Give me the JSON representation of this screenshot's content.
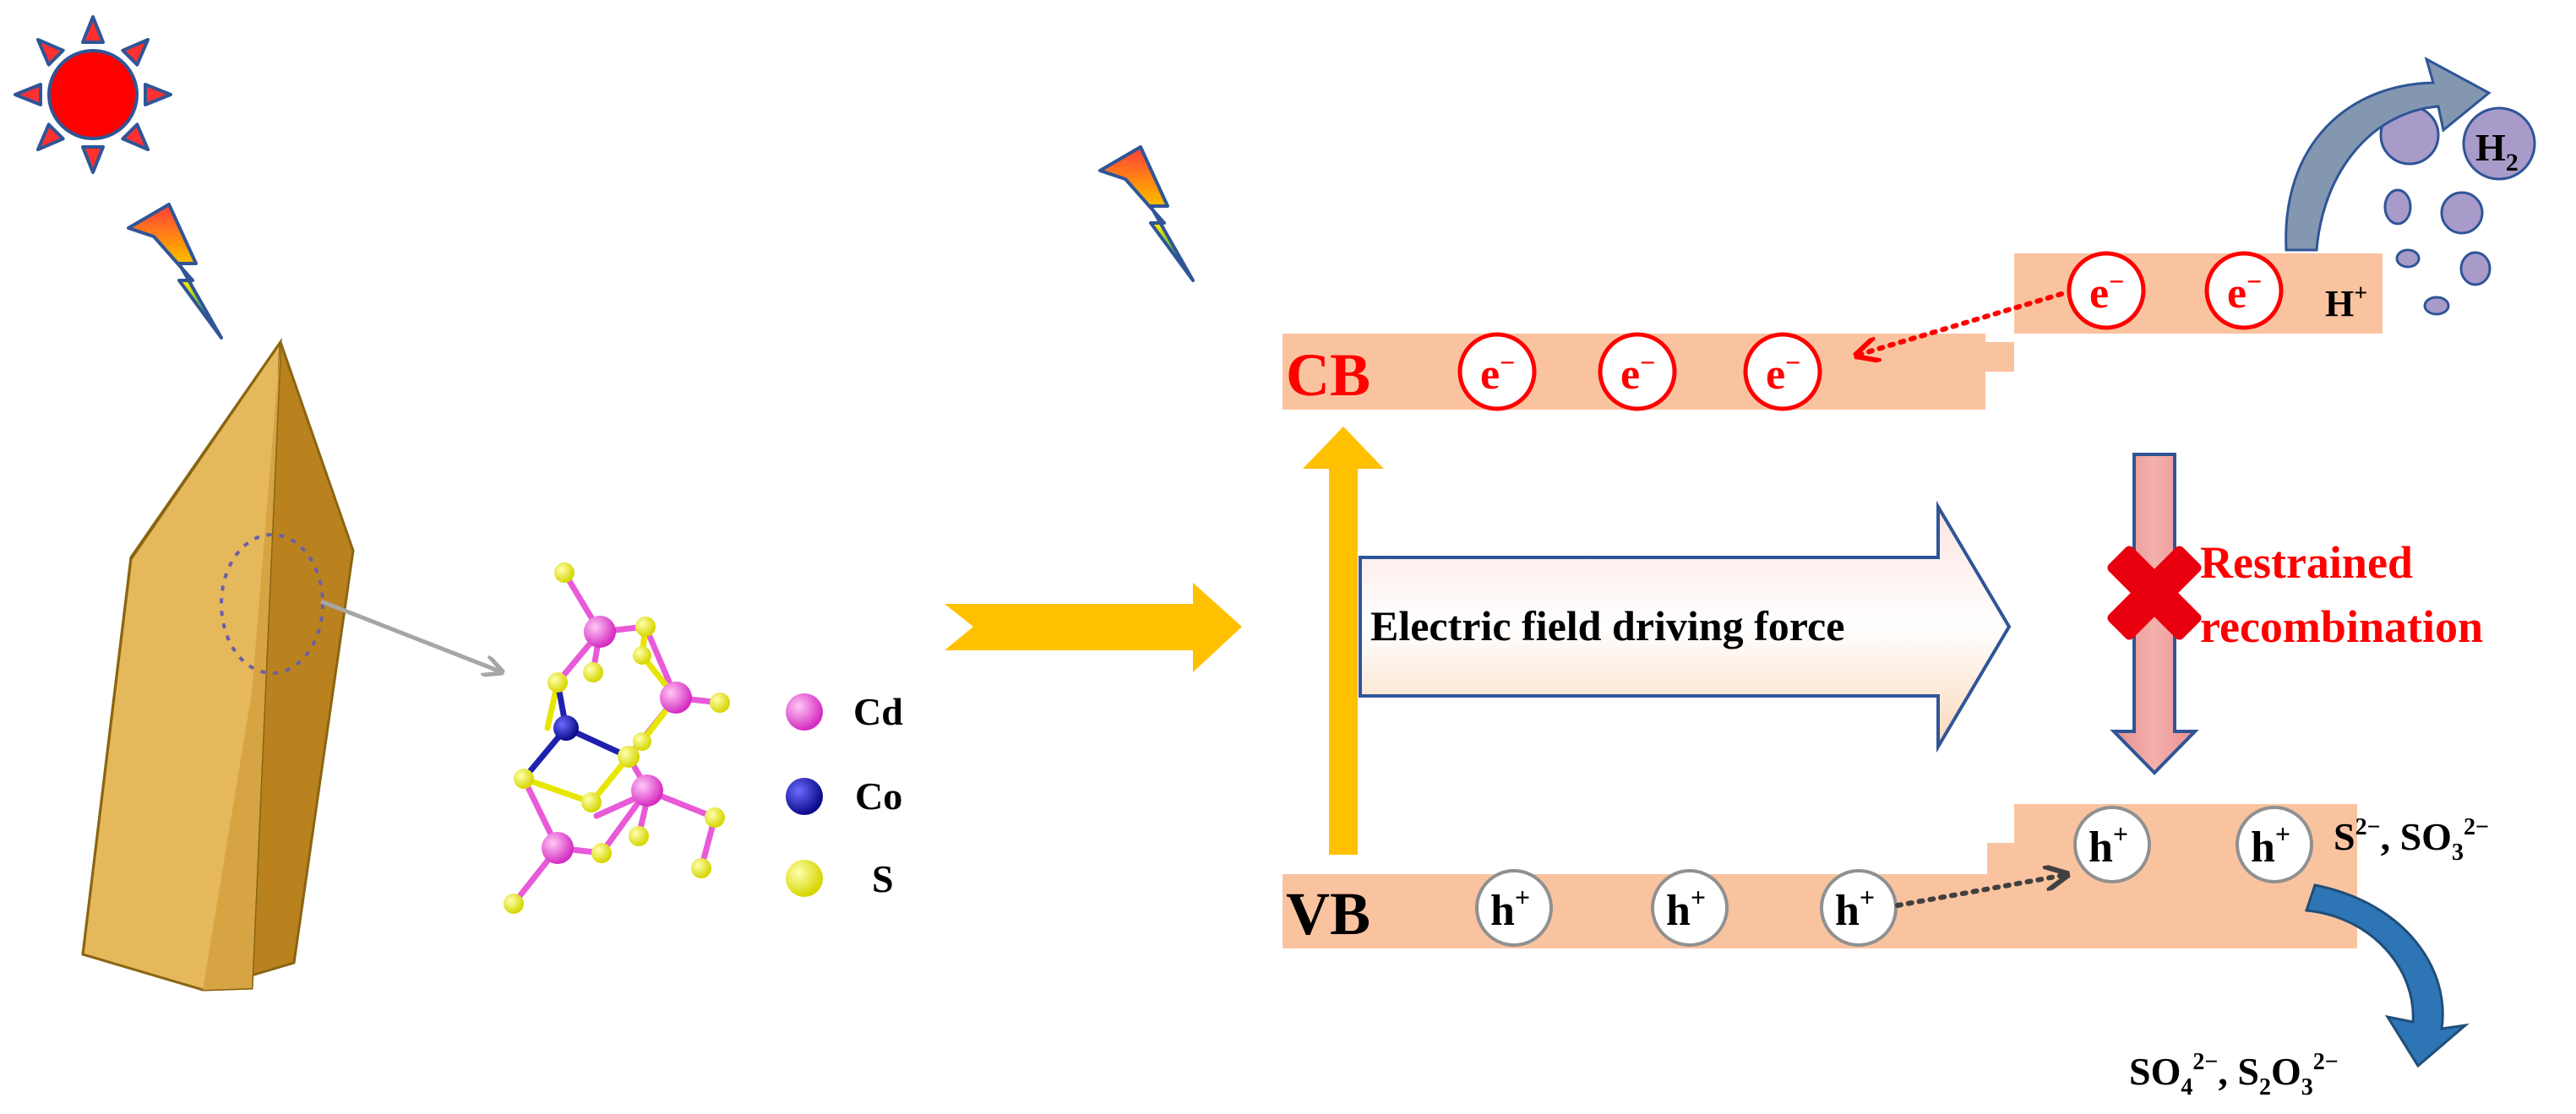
{
  "legend": {
    "cd": "Cd",
    "co": "Co",
    "s": "S"
  },
  "bands": {
    "cb_label": "CB",
    "vb_label": "VB"
  },
  "carriers": {
    "electron": "e",
    "electron_sup": "−",
    "hole": "h",
    "hole_sup": "+"
  },
  "labels": {
    "electric_field": "Electric field driving force",
    "restrained_line1": "Restrained",
    "restrained_line2": "recombination",
    "h_plus": "H",
    "h_plus_sup": "+",
    "h2": "H",
    "h2_sub": "2",
    "reactants": {
      "s_main": "S",
      "s_sup": "2−",
      "sep": ", SO",
      "so3_sub": "3",
      "so3_sup": "2−"
    },
    "products": {
      "so4": "SO",
      "so4_sub": "4",
      "so4_sup": "2−",
      "sep": ", S",
      "s2_sub": "2",
      "o3": "O",
      "o3_sub": "3",
      "o3_sup": "2−"
    }
  },
  "colors": {
    "band": "#FAC3A0",
    "arrow_yellow": "#FFC000",
    "red": "#FF0000",
    "cd": "#E83FD3",
    "co": "#1010A8",
    "s": "#E8E800",
    "crystal": "#D9A53A",
    "blue_arrow": "#2E75B6",
    "bubble": "#A99BC9"
  },
  "icons": [
    "sun-icon",
    "lightning-icon",
    "cross-icon"
  ]
}
